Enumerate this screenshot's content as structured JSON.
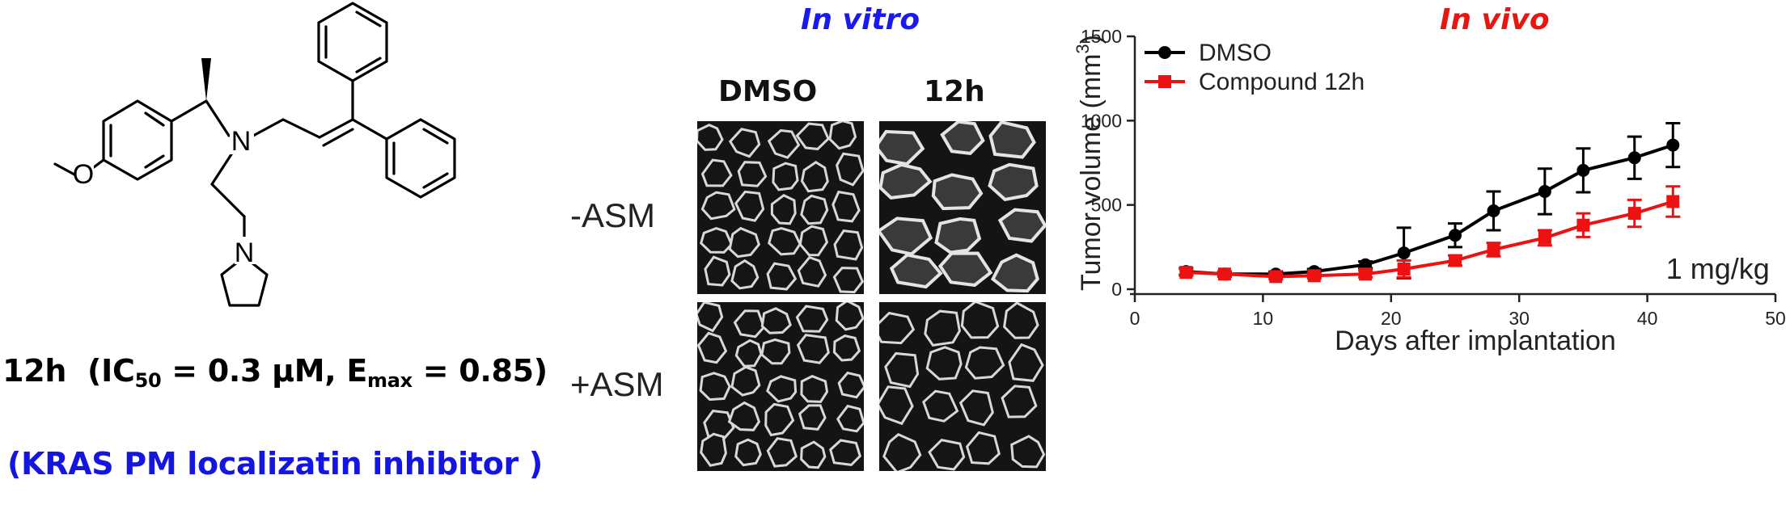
{
  "compound_panel": {
    "caption": {
      "name": "12h",
      "ic_prefix": "IC",
      "ic_sub": "50",
      "ic_value": " = 0.3 µM, E",
      "emax_sub": "max",
      "emax_value": " = 0.85)"
    },
    "mechanism": "(KRAS PM localizatin inhibitor )",
    "atom_labels": {
      "nitrogen": "N",
      "oxygen": "O"
    }
  },
  "vitro_panel": {
    "title": "In vitro",
    "columns": [
      "DMSO",
      "12h"
    ],
    "rows": [
      "-ASM",
      "+ASM"
    ]
  },
  "vivo_panel": {
    "title": "In vivo"
  },
  "colors": {
    "dmso": "#000000",
    "compound": "#ee1111",
    "vitro_title": "#1a1aee",
    "vivo_title": "#e8160e",
    "mechanism": "#1515e0"
  },
  "chart_data": {
    "type": "line",
    "xlabel": "Days after implantation",
    "ylabel_main": "Tumor volume (mm",
    "ylabel_sup": "3",
    "ylabel_close": ")",
    "xlim": [
      0,
      50
    ],
    "ylim": [
      0,
      1500
    ],
    "xticks": [
      0,
      10,
      20,
      30,
      40,
      50
    ],
    "yticks": [
      0,
      500,
      1000,
      1500
    ],
    "annotation": "1 mg/kg",
    "legend_position": "top-left",
    "series": [
      {
        "name": "DMSO",
        "color": "#000000",
        "marker": "circle",
        "x": [
          4,
          7,
          11,
          14,
          18,
          21,
          25,
          28,
          32,
          35,
          39,
          42
        ],
        "y": [
          105,
          90,
          90,
          105,
          145,
          215,
          320,
          465,
          580,
          705,
          780,
          855
        ],
        "err": [
          20,
          15,
          15,
          15,
          20,
          150,
          70,
          115,
          135,
          130,
          125,
          130
        ]
      },
      {
        "name": "Compound 12h",
        "color": "#ee1111",
        "marker": "square",
        "x": [
          4,
          7,
          11,
          14,
          18,
          21,
          25,
          28,
          32,
          35,
          39,
          42
        ],
        "y": [
          100,
          90,
          75,
          80,
          90,
          120,
          170,
          235,
          305,
          380,
          450,
          520
        ],
        "err": [
          20,
          15,
          15,
          15,
          20,
          50,
          30,
          40,
          45,
          70,
          80,
          90
        ]
      }
    ]
  }
}
